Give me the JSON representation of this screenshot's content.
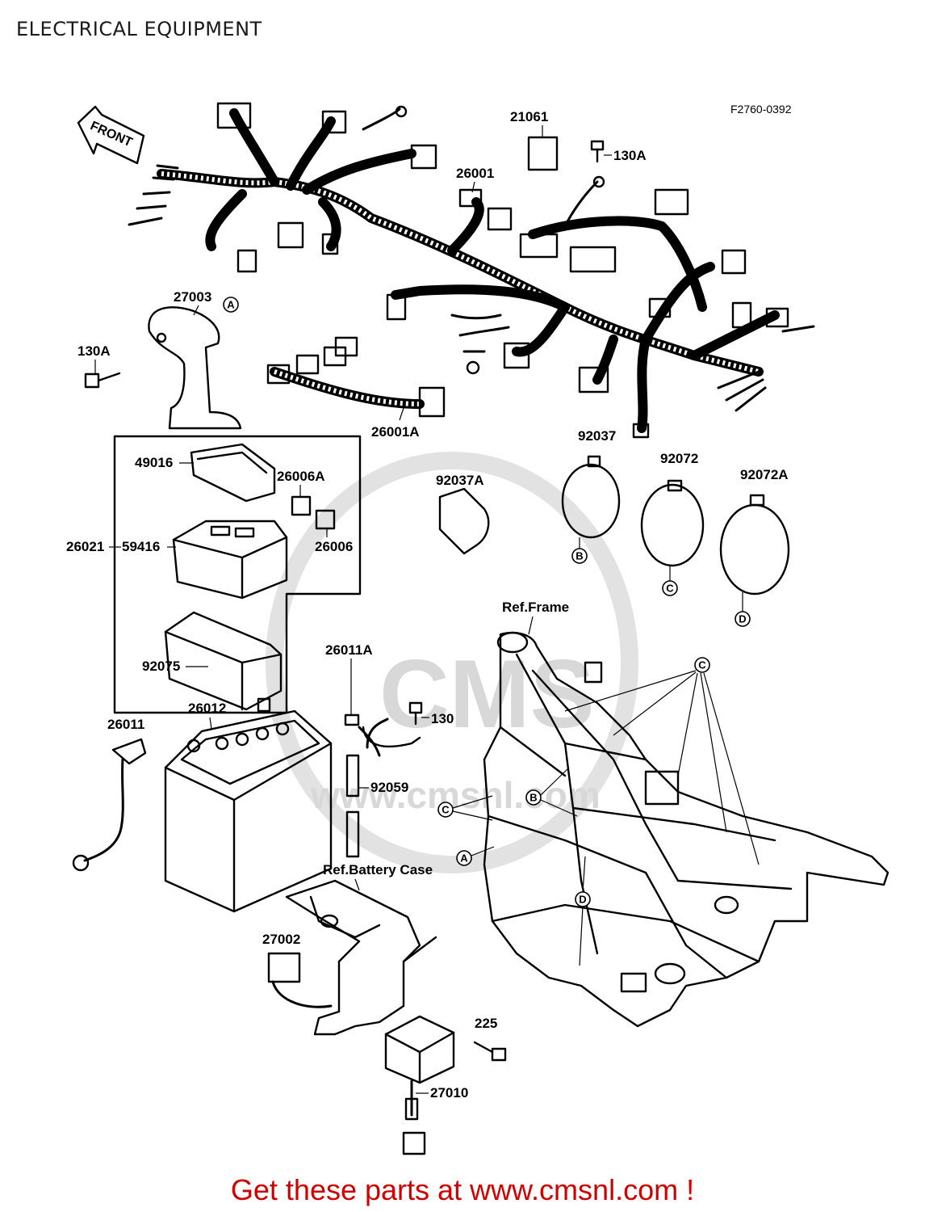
{
  "page_title": "ELECTRICAL EQUIPMENT",
  "figure_code": "F2760-0392",
  "front_arrow_label": "FRONT",
  "watermark": {
    "logo_text": "CMS",
    "url_text": "www.cmsnl.com"
  },
  "reference_labels": {
    "frame": "Ref.Frame",
    "battery_case": "Ref.Battery Case"
  },
  "part_labels": {
    "p21061": "21061",
    "p130A_top": "130A",
    "p26001": "26001",
    "p27003": "27003",
    "p130A_left": "130A",
    "p26001A": "26001A",
    "p92037": "92037",
    "p92072": "92072",
    "p92072A": "92072A",
    "p49016": "49016",
    "p26006A": "26006A",
    "p92037A": "92037A",
    "p26021": "26021",
    "p59416": "59416",
    "p26006": "26006",
    "p92075": "92075",
    "p26011A": "26011A",
    "p26012": "26012",
    "p26011": "26011",
    "p130": "130",
    "p92059": "92059",
    "p27002": "27002",
    "p225": "225",
    "p27010": "27010"
  },
  "callout_letters": {
    "a": "A",
    "b": "B",
    "c": "C",
    "d": "D"
  },
  "footer_text": "Get these parts at www.cmsnl.com !"
}
